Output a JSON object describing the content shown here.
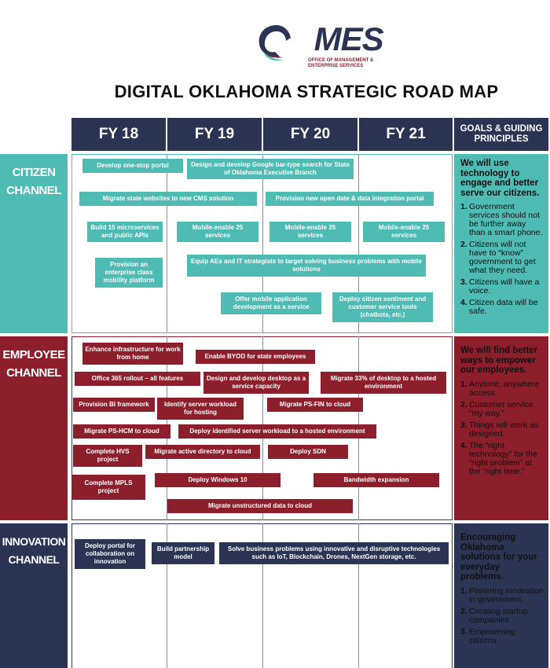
{
  "logo": {
    "text": "MES",
    "initial": "O",
    "subtitle": "Office of Management & Enterprise Services"
  },
  "title": "DIGITAL OKLAHOMA STRATEGIC ROAD MAP",
  "columns": [
    "FY 18",
    "FY 19",
    "FY 20",
    "FY 21"
  ],
  "goals_header": "GOALS & GUIDING PRINCIPLES",
  "colors": {
    "navy": "#2b3553",
    "teal": "#4fbcb4",
    "maroon": "#8d1f2d"
  },
  "citizen": {
    "label_line1": "CITIZEN",
    "label_line2": "CHANNEL",
    "tasks": [
      "Develop one-stop portal",
      "Design and develop Google bar-type search for State of Oklahoma Executive Branch",
      "Migrate state websites to new CMS solution",
      "Provision new open date & data integration portal",
      "Build 15 microservices and public APIs",
      "Mobile-enable 25 services",
      "Mobile-enable 25 services",
      "Mobile-enable 25 services",
      "Provision an enterprise class mobility platform",
      "Equip AEs and IT strategists to target solving business problems with mobile solutions",
      "Offer mobile application development as a service",
      "Deploy citizen sentiment and customer service tools (chatbots, etc.)"
    ],
    "goal_heading": "We will use technology to engage and better serve our citizens.",
    "goals": [
      "Government services should not be further away than a smart phone.",
      "Citizens will not have to “know” government to get what they need.",
      "Citizens will have a voice.",
      "Citizen data will be safe."
    ]
  },
  "employee": {
    "label_line1": "EMPLOYEE",
    "label_line2": "CHANNEL",
    "tasks": [
      "Enhance infrastructure for work from home",
      "Enable BYOD for state employees",
      "Office 365 rollout – all features",
      "Design and develop desktop as a service capacity",
      "Migrate 33% of desktop to a hosted environment",
      "Provision BI framework",
      "Identify server  workload for hosting",
      "Migrate PS-FIN to cloud",
      "Migrate PS-HCM to cloud",
      "Deploy identified server workload to a hosted environment",
      "Complete HVS project",
      "Migrate active directory to cloud",
      "Deploy SDN",
      "Complete MPLS project",
      "Deploy Windows 10",
      "Bandwidth expansion",
      "Migrate unstructured data to cloud"
    ],
    "goal_heading": "We will find better ways to empower our employees.",
    "goals": [
      "Anytime, anywhere access.",
      "Customer service “my way.”",
      "Things will work as designed.",
      "The “right technology” for the “right problem” at the “right time.”"
    ]
  },
  "innovation": {
    "label_line1": "INNOVATION",
    "label_line2": "CHANNEL",
    "tasks": [
      "Deploy portal for collaboration on innovation",
      "Build partnership model",
      "Solve business problems using innovative and disruptive technologies such as IoT, Blockchain, Drones, NextGen storage, etc."
    ],
    "goal_heading": "Encouraging Oklahoma solutions for your everyday problems.",
    "goals": [
      "Fostering innovation in government.",
      "Creating startup companies.",
      "Empowering citizens."
    ]
  }
}
